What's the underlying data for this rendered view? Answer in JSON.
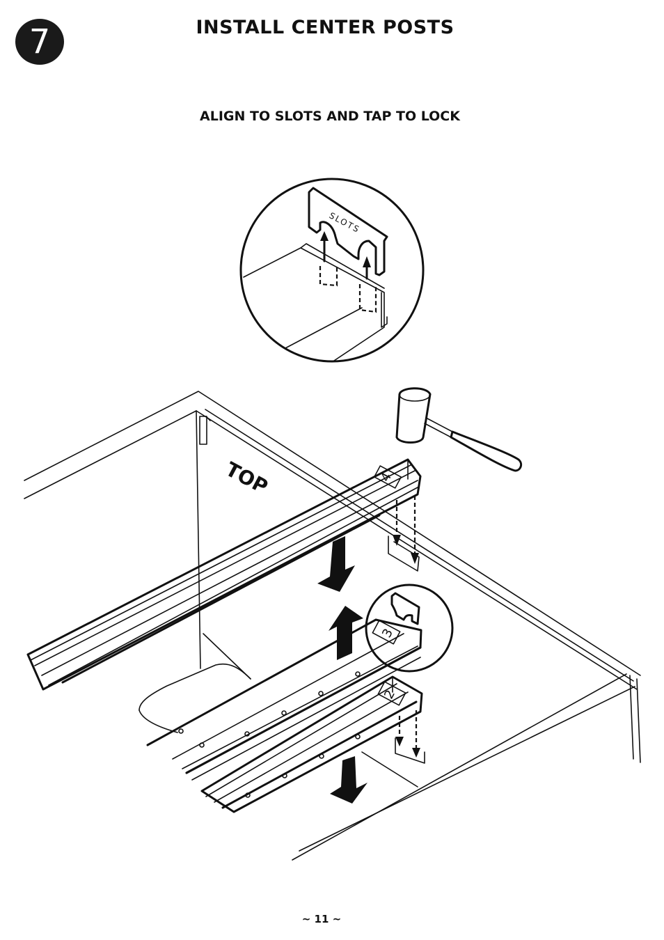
{
  "step": {
    "number": "7"
  },
  "title": "INSTALL CENTER POSTS",
  "instruction": "ALIGN TO SLOTS AND TAP TO LOCK",
  "diagram": {
    "detail_label": "SLOTS",
    "panel_label": "TOP",
    "part_labels": [
      "4",
      "3",
      "2"
    ]
  },
  "footer": {
    "page_number": "~ 11 ~"
  }
}
